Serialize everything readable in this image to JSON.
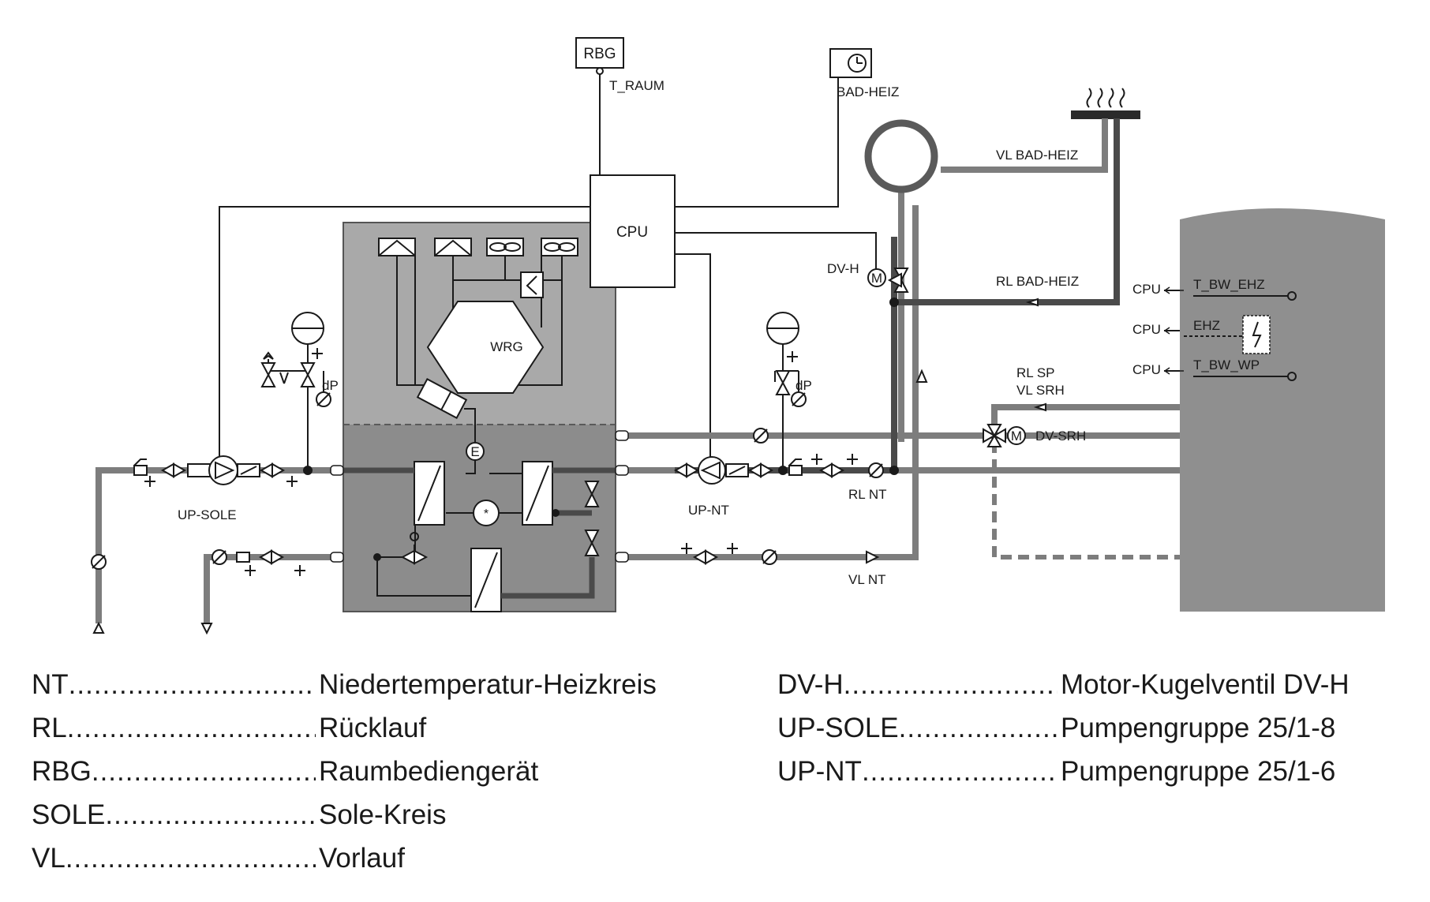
{
  "labels": {
    "rbg": "RBG",
    "t_raum": "T_RAUM",
    "bad_heiz": "BAD-HEIZ",
    "cpu_main": "CPU",
    "vl_bad_heiz": "VL BAD-HEIZ",
    "rl_bad_heiz": "RL BAD-HEIZ",
    "dv_h": "DV-H",
    "m": "M",
    "wrg": "WRG",
    "e": "E",
    "dp": "dP",
    "up_sole": "UP-SOLE",
    "up_nt": "UP-NT",
    "rl_nt": "RL NT",
    "vl_nt": "VL NT",
    "rl_sp": "RL SP",
    "vl_srh": "VL SRH",
    "dv_srh": "DV-SRH",
    "cpu": "CPU",
    "t_bw_ehz": "T_BW_EHZ",
    "ehz": "EHZ",
    "t_bw_wp": "T_BW_WP"
  },
  "legend": {
    "left": [
      {
        "abbr": "NT",
        "desc": "Niedertemperatur-Heizkreis"
      },
      {
        "abbr": "RL",
        "desc": "Rücklauf"
      },
      {
        "abbr": "RBG",
        "desc": "Raumbediengerät"
      },
      {
        "abbr": "SOLE",
        "desc": "Sole-Kreis"
      },
      {
        "abbr": "VL",
        "desc": "Vorlauf"
      }
    ],
    "right": [
      {
        "abbr": "DV-H",
        "desc": "Motor-Kugelventil DV-H"
      },
      {
        "abbr": "UP-SOLE",
        "desc": "Pumpengruppe 25/1-8"
      },
      {
        "abbr": "UP-NT",
        "desc": "Pumpengruppe 25/1-6"
      }
    ]
  },
  "colors": {
    "pipe": "#7d7d7d",
    "pipe_dark": "#4a4a4a",
    "unit_top": "#a9a9a9",
    "unit_bottom": "#8c8c8c",
    "tank": "#8f8f8f",
    "line": "#1a1a1a"
  }
}
